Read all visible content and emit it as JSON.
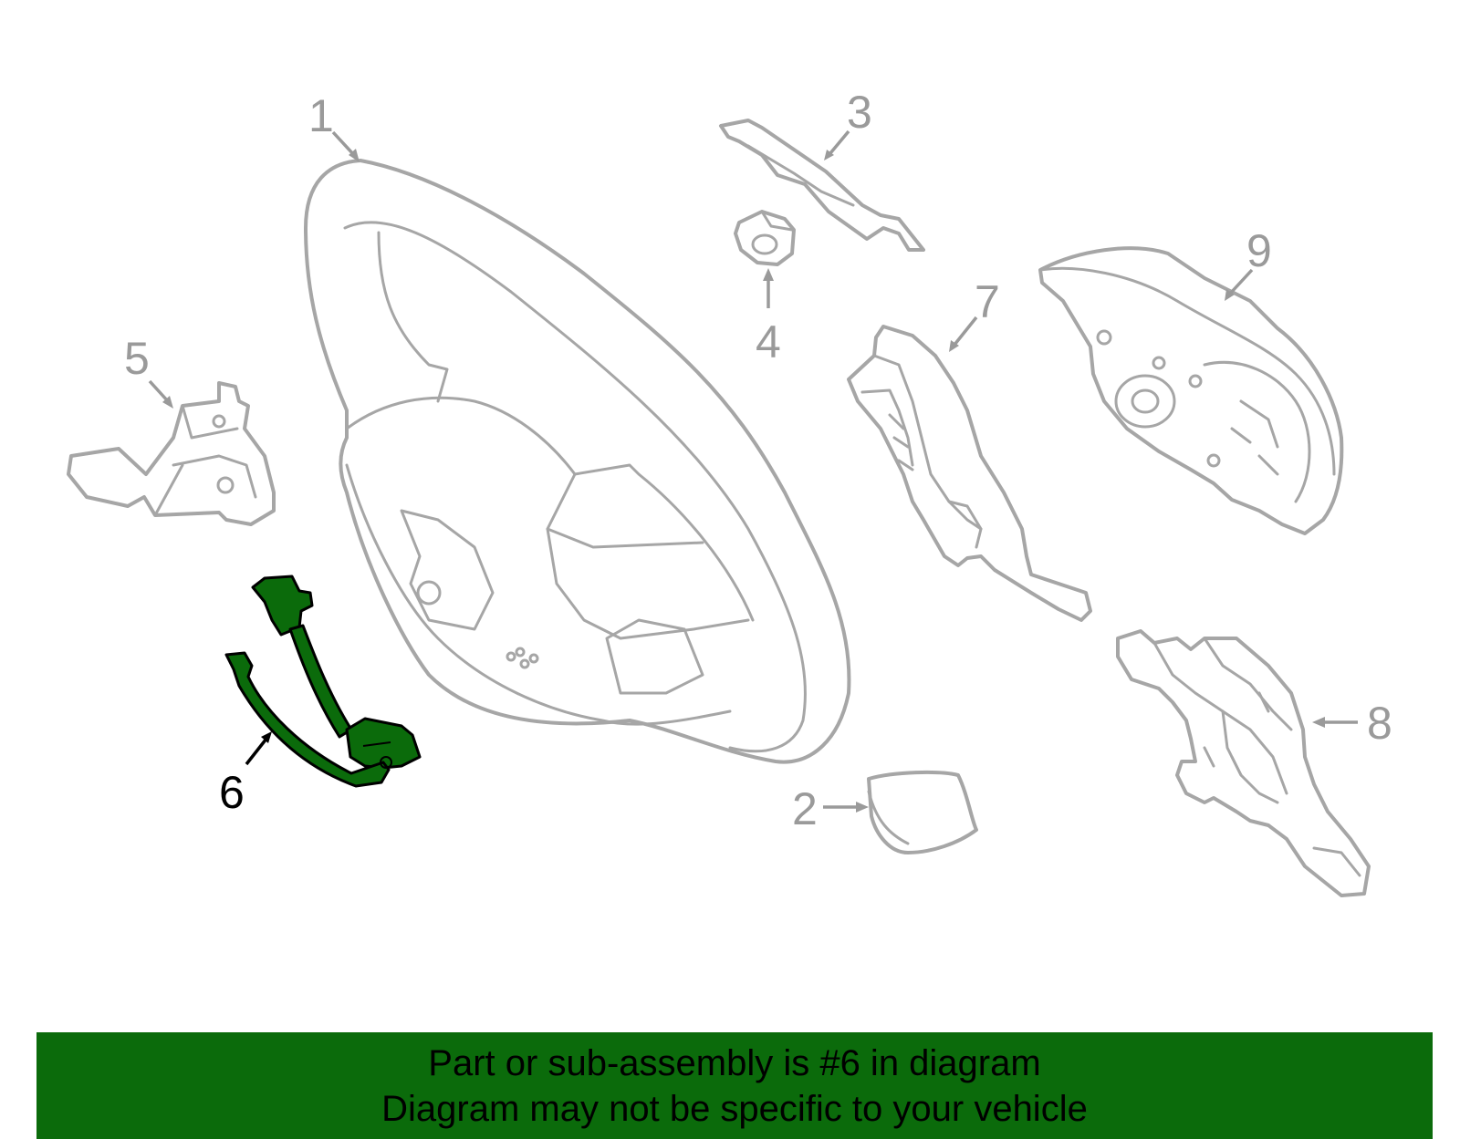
{
  "callouts": [
    {
      "number": "1",
      "part": "steering wheel"
    },
    {
      "number": "2",
      "part": "cover"
    },
    {
      "number": "3",
      "part": "trim panel"
    },
    {
      "number": "4",
      "part": "nut"
    },
    {
      "number": "5",
      "part": "switch"
    },
    {
      "number": "6",
      "part": "wire harness",
      "highlighted": true
    },
    {
      "number": "7",
      "part": "switch bezel"
    },
    {
      "number": "8",
      "part": "switch bezel"
    },
    {
      "number": "9",
      "part": "air bag module"
    }
  ],
  "highlight_color": "#0b6b0b",
  "banner": {
    "line1": "Part or sub-assembly is #6 in diagram",
    "line2": "Diagram may not be specific to your vehicle"
  }
}
